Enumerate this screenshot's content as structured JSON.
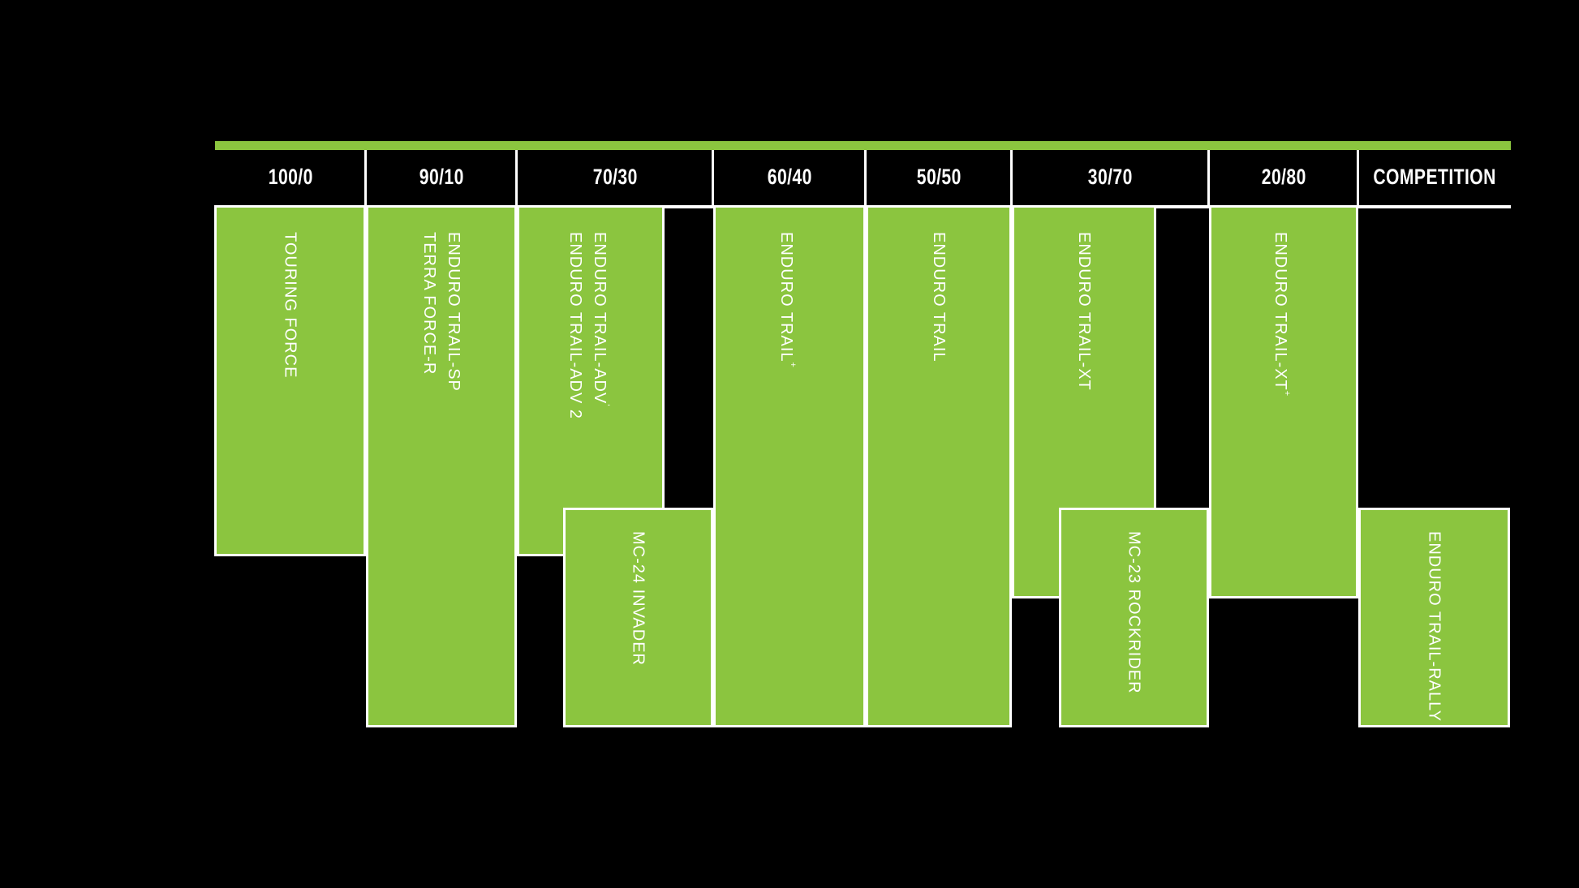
{
  "colors": {
    "accent_green": "#8BC53F",
    "background": "#000000",
    "line_white": "#FFFFFF"
  },
  "header": {
    "columns": [
      {
        "label": "100/0"
      },
      {
        "label": "90/10"
      },
      {
        "label": "70/30"
      },
      {
        "label": "60/40"
      },
      {
        "label": "50/50"
      },
      {
        "label": "30/70"
      },
      {
        "label": "20/80"
      },
      {
        "label": "COMPETITION"
      }
    ]
  },
  "blocks": [
    {
      "name": "touring-force",
      "lines": [
        {
          "text": "TOURING FORCE",
          "sup": ""
        }
      ]
    },
    {
      "name": "terra-force-r-sp",
      "lines": [
        {
          "text": "TERRA FORCE-R",
          "sup": ""
        },
        {
          "text": "ENDURO TRAIL-SP",
          "sup": ""
        }
      ]
    },
    {
      "name": "enduro-trail-adv",
      "lines": [
        {
          "text": "ENDURO TRAIL-ADV 2",
          "sup": ""
        },
        {
          "text": "ENDURO TRAIL-ADV",
          "sup": "'"
        }
      ]
    },
    {
      "name": "mc-24-invader",
      "lines": [
        {
          "text": "MC-24 INVADER",
          "sup": ""
        }
      ]
    },
    {
      "name": "enduro-trail-plus",
      "lines": [
        {
          "text": "ENDURO TRAIL",
          "sup": "+"
        }
      ]
    },
    {
      "name": "enduro-trail",
      "lines": [
        {
          "text": "ENDURO TRAIL",
          "sup": ""
        }
      ]
    },
    {
      "name": "enduro-trail-xt",
      "lines": [
        {
          "text": "ENDURO TRAIL-XT",
          "sup": ""
        }
      ]
    },
    {
      "name": "mc-23-rockrider",
      "lines": [
        {
          "text": "MC-23 ROCKRIDER",
          "sup": ""
        }
      ]
    },
    {
      "name": "enduro-trail-xt-plus",
      "lines": [
        {
          "text": "ENDURO TRAIL-XT",
          "sup": "+"
        }
      ]
    },
    {
      "name": "enduro-trail-rally",
      "lines": [
        {
          "text": "ENDURO TRAIL-RALLY",
          "sup": ""
        }
      ]
    }
  ],
  "chart_data": {
    "type": "table",
    "title": "",
    "columns": [
      "100/0",
      "90/10",
      "70/30",
      "60/40",
      "50/50",
      "30/70",
      "20/80",
      "COMPETITION"
    ],
    "products": [
      {
        "label": "TOURING FORCE",
        "column": "100/0",
        "band": "upper"
      },
      {
        "label": "TERRA FORCE-R / ENDURO TRAIL-SP",
        "column": "90/10",
        "band": "full"
      },
      {
        "label": "ENDURO TRAIL-ADV 2 / ENDURO TRAIL-ADV'",
        "column": "70/30",
        "band": "upper"
      },
      {
        "label": "MC-24 INVADER",
        "column": "70/30",
        "band": "lower"
      },
      {
        "label": "ENDURO TRAIL+",
        "column": "60/40",
        "band": "full"
      },
      {
        "label": "ENDURO TRAIL",
        "column": "50/50",
        "band": "full"
      },
      {
        "label": "ENDURO TRAIL-XT",
        "column": "30/70",
        "band": "upper"
      },
      {
        "label": "MC-23 ROCKRIDER",
        "column": "30/70",
        "band": "lower"
      },
      {
        "label": "ENDURO TRAIL-XT+",
        "column": "20/80",
        "band": "upper"
      },
      {
        "label": "ENDURO TRAIL-RALLY",
        "column": "COMPETITION",
        "band": "lower"
      }
    ],
    "layout_hints": {
      "legend": "none",
      "grid": "white separator lines between columns",
      "accent_bar": "solid green bar above header row"
    }
  }
}
